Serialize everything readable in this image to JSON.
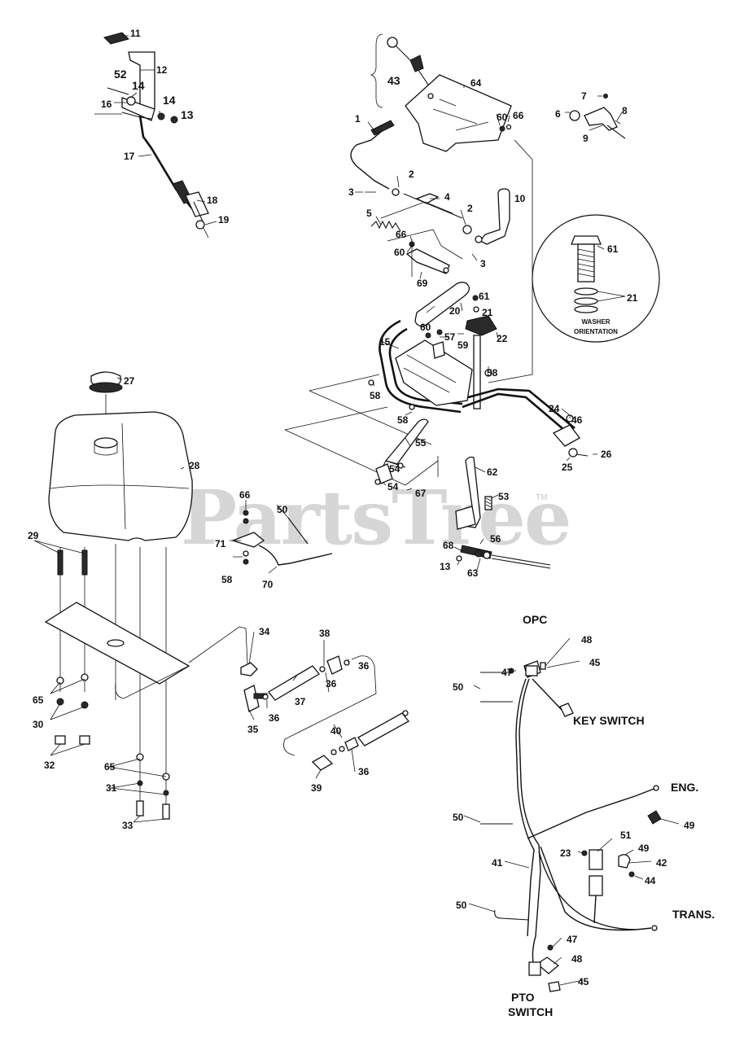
{
  "watermark": "PartsTree",
  "trademark": "TM",
  "detail_inset": {
    "caption_line1": "WASHER",
    "caption_line2": "ORIENTATION"
  },
  "harness_labels": {
    "opc": "OPC",
    "key_switch": "KEY SWITCH",
    "eng": "ENG.",
    "trans": "TRANS.",
    "pto_line1": "PTO",
    "pto_line2": "SWITCH"
  },
  "callouts": {
    "c1": "1",
    "c2": "2",
    "c3": "3",
    "c4": "4",
    "c5": "5",
    "c6": "6",
    "c7": "7",
    "c8": "8",
    "c9": "9",
    "c10": "10",
    "c11": "11",
    "c12": "12",
    "c13": "13",
    "c14": "14",
    "c15": "15",
    "c16": "16",
    "c17": "17",
    "c18": "18",
    "c19": "19",
    "c20": "20",
    "c21": "21",
    "c22": "22",
    "c23": "23",
    "c24": "24",
    "c25": "25",
    "c26": "26",
    "c27": "27",
    "c28": "28",
    "c29": "29",
    "c30": "30",
    "c31": "31",
    "c32": "32",
    "c33": "33",
    "c34": "34",
    "c35": "35",
    "c36": "36",
    "c37": "37",
    "c38": "38",
    "c39": "39",
    "c40": "40",
    "c41": "41",
    "c42": "42",
    "c43": "43",
    "c44": "44",
    "c45": "45",
    "c46": "46",
    "c47": "47",
    "c48": "48",
    "c49": "49",
    "c50": "50",
    "c51": "51",
    "c52": "52",
    "c53": "53",
    "c54": "54",
    "c55": "55",
    "c56": "56",
    "c57": "57",
    "c58": "58",
    "c59": "59",
    "c60": "60",
    "c61": "61",
    "c62": "62",
    "c63": "63",
    "c64": "64",
    "c65": "65",
    "c66": "66",
    "c67": "67",
    "c68": "68",
    "c69": "69",
    "c70": "70",
    "c71": "71"
  }
}
